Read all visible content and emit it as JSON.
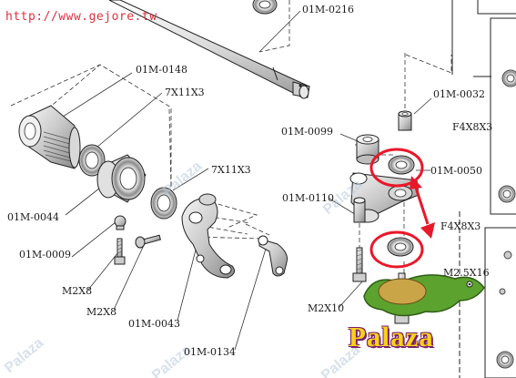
{
  "site_url": "http://www.gejore.tw",
  "watermark": "Palaza",
  "logo_text": "Palaza",
  "labels": {
    "p0216": "01M-0216",
    "p0148": "01M-0148",
    "b7x11_top": "7X11X3",
    "b7x11_mid": "7X11X3",
    "p0044": "01M-0044",
    "p0009": "01M-0009",
    "m2x8_a": "M2X8",
    "m2x8_b": "M2X8",
    "p0043": "01M-0043",
    "p0134": "01M-0134",
    "p0032": "01M-0032",
    "p0099": "01M-0099",
    "f4x8x3_a": "F4X8X3",
    "p0050": "01M-0050",
    "p0110": "01M-0110",
    "f4x8x3_b": "F4X8X3",
    "m25x16": "M2.5X16",
    "m2x10": "M2X10"
  },
  "colors": {
    "url_red": "#e0303f",
    "highlight_red": "#e8182a",
    "logo_yellow": "#f7d11a",
    "logo_outline": "#7a1f6b",
    "croc_green": "#5ca22f",
    "watermark_blue": "#b8c9dc"
  }
}
